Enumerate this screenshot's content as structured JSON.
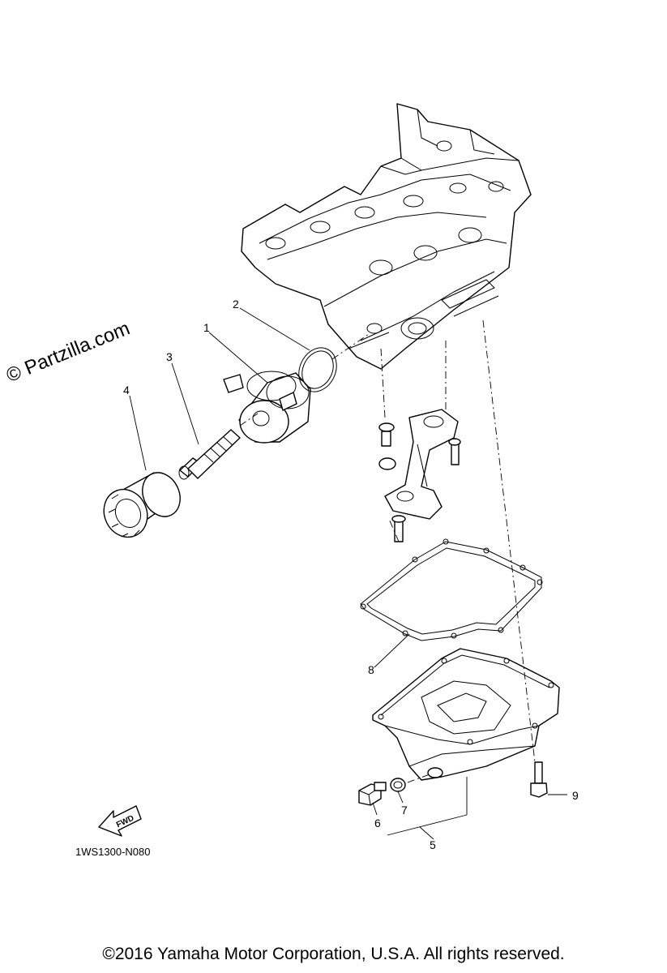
{
  "watermark": "© Partzilla.com",
  "diagram_code": "1WS1300-N080",
  "fwd_label": "FWD",
  "copyright": "©2016 Yamaha Motor Corporation, U.S.A. All rights reserved.",
  "callouts": {
    "c1": "1",
    "c2": "2",
    "c3": "3",
    "c4": "4",
    "c5": "5",
    "c6": "6",
    "c7": "7",
    "c8": "8",
    "c9": "9"
  }
}
